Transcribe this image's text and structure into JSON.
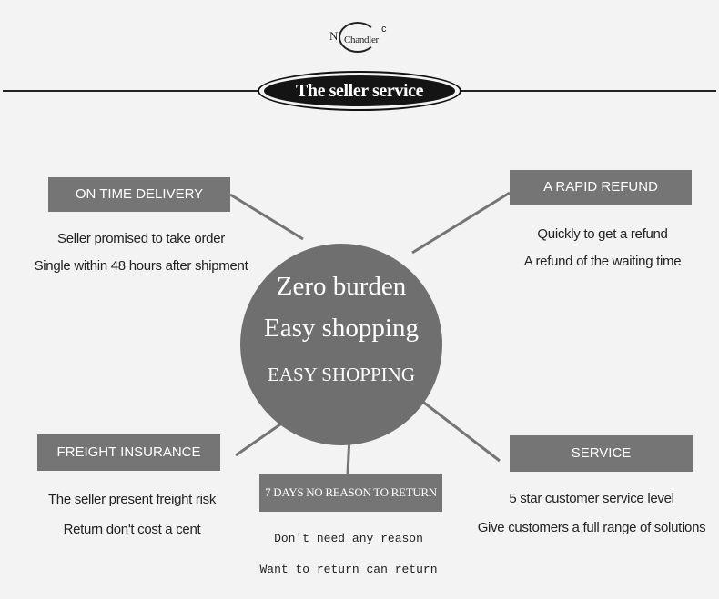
{
  "logo": {
    "initial": "N",
    "name": "Chandler",
    "mark": "c"
  },
  "banner": {
    "title": "The seller service"
  },
  "center": {
    "line1": "Zero burden",
    "line2": "Easy shopping",
    "line3": "EASY SHOPPING"
  },
  "features": {
    "on_time_delivery": {
      "label": "ON TIME DELIVERY",
      "line1": "Seller promised to take order",
      "line2": "Single within 48 hours after shipment"
    },
    "rapid_refund": {
      "label": "A RAPID REFUND",
      "line1": "Quickly to get a refund",
      "line2": "A refund of the waiting time"
    },
    "freight_insurance": {
      "label": "FREIGHT INSURANCE",
      "line1": "The seller present freight risk",
      "line2": "Return don't cost a cent"
    },
    "seven_days": {
      "label": "7 DAYS NO REASON TO RETURN",
      "line1": "Don't need any reason",
      "line2": "Want to return can return"
    },
    "service": {
      "label": "SERVICE",
      "line1": "5 star customer service level",
      "line2": "Give customers a full range of solutions"
    }
  },
  "colors": {
    "background": "#f3f3f3",
    "box": "#757575",
    "circle": "#6f6f6f",
    "banner": "#141414",
    "text": "#222222"
  }
}
